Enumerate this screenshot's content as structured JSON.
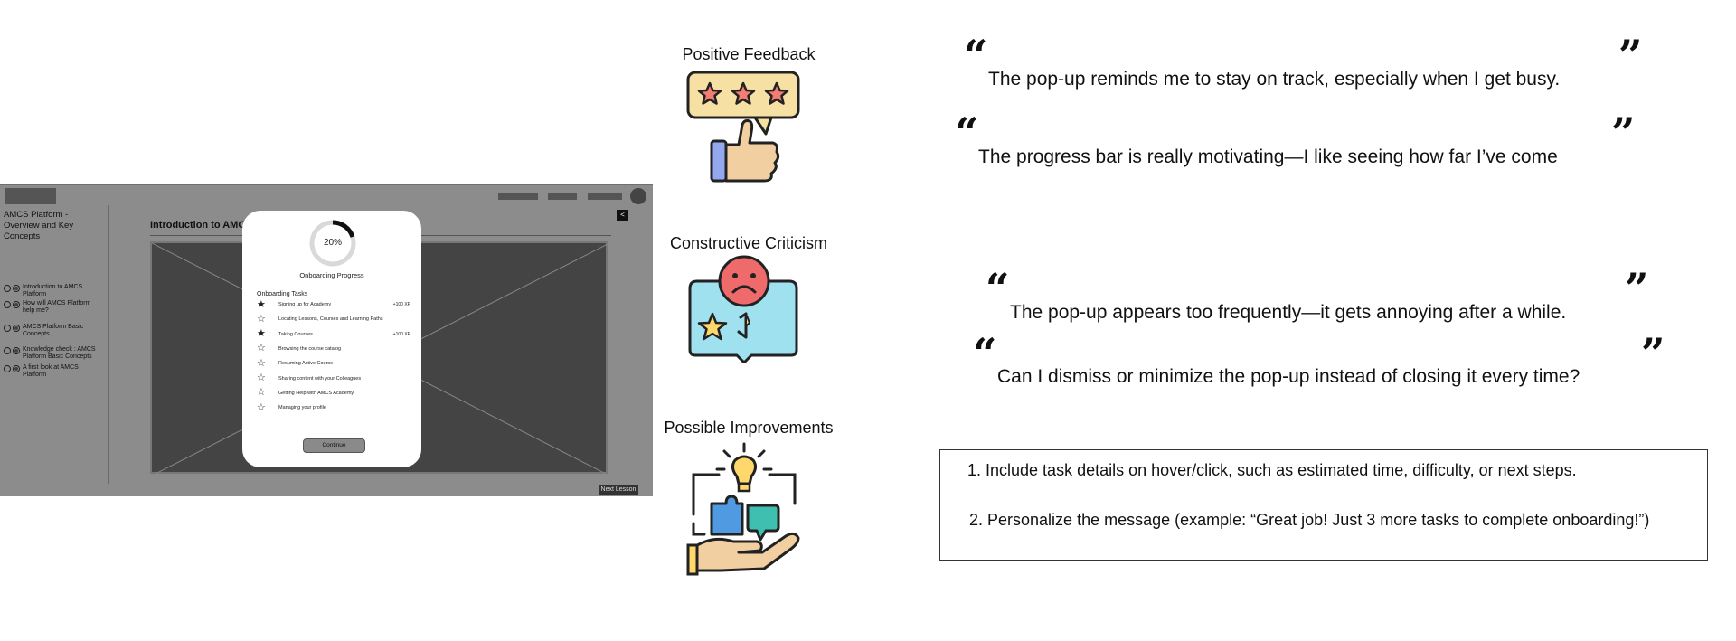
{
  "mock": {
    "course_title": "AMCS Platform - Overview and Key Concepts",
    "lessons": [
      "Introduction to AMCS Platform",
      "How will AMCS Platform help me?",
      "AMCS Platform Basic Concepts",
      "Knowledge check : AMCS Platform Basic Concepts",
      "A first look at AMCS Platform"
    ],
    "lesson_heading": "Introduction to AMCS",
    "back_label": "<",
    "next_label": "Next Lesson"
  },
  "modal": {
    "progress_percent": 20,
    "progress_label": "20%",
    "title": "Onboarding Progress",
    "tasks_title": "Onboarding Tasks",
    "tasks": [
      {
        "name": "Signing up for Academy",
        "done": true,
        "xp": "+100 XP"
      },
      {
        "name": "Locating Lessons, Courses and Learning Paths",
        "done": false,
        "xp": ""
      },
      {
        "name": "Taking Courses",
        "done": true,
        "xp": "+100 XP"
      },
      {
        "name": "Browsing the course catalog",
        "done": false,
        "xp": ""
      },
      {
        "name": "Resuming Active Course",
        "done": false,
        "xp": ""
      },
      {
        "name": "Sharing content with your Colleagues",
        "done": false,
        "xp": ""
      },
      {
        "name": "Getting Help with AMCS Academy",
        "done": false,
        "xp": ""
      },
      {
        "name": "Managing your profile",
        "done": false,
        "xp": ""
      }
    ],
    "continue_label": "Continue"
  },
  "sections": {
    "positive": "Positive Feedback",
    "criticism": "Constructive Criticism",
    "improvements": "Possible Improvements"
  },
  "quotes": {
    "positive": [
      "The pop-up reminds me to stay on track, especially when I get busy.",
      "The progress bar is really motivating—I like seeing how far I’ve come"
    ],
    "criticism": [
      "The pop-up appears too frequently—it gets annoying after a while.",
      "Can I dismiss or minimize the pop-up instead of closing it every time?"
    ],
    "open_mark": "“",
    "close_mark": "”"
  },
  "improvements": [
    "1.  Include task details on hover/click, such as estimated time, difficulty, or next steps.",
    "2.  Personalize the message (example: “Great job! Just 3 more tasks to complete onboarding!”)"
  ],
  "icons": {
    "positive": "thumbs-up-rating-icon",
    "criticism": "sad-face-rating-icon",
    "improvements": "idea-puzzle-hand-icon"
  },
  "colors": {
    "mock_bg": "#8c8c8c",
    "modal_bg": "#ffffff",
    "star": "#f27d72",
    "bubble": "#f7e0a3",
    "sad_face": "#ef6b6b",
    "chat_blue": "#9fe1ee",
    "bulb": "#ffd86b",
    "thumb_blue": "#94a8f0"
  }
}
